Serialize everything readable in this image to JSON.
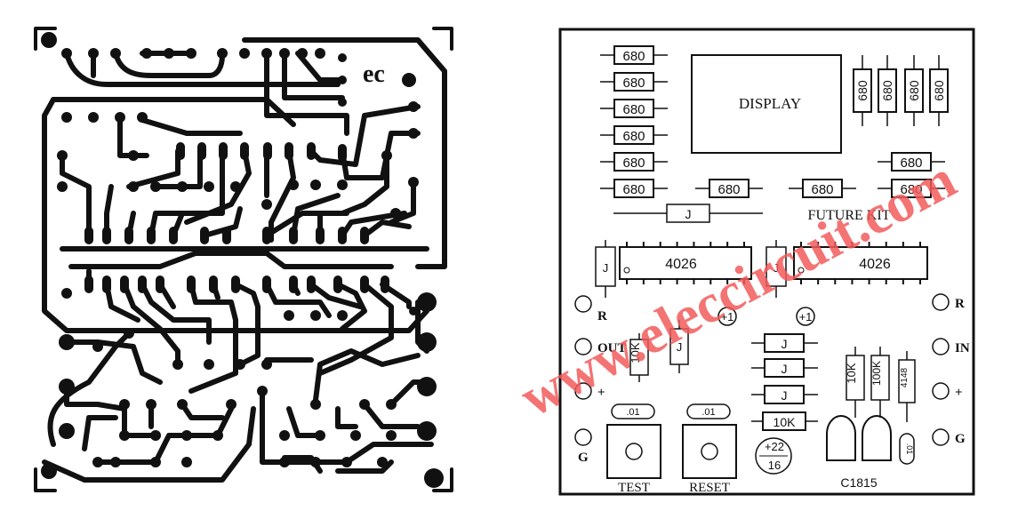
{
  "pcb": {
    "mark": "ec"
  },
  "overlay": {
    "resistors": [
      "680",
      "680",
      "680",
      "680",
      "680",
      "680",
      "680",
      "680",
      "680",
      "680",
      "680",
      "680",
      "680",
      "680"
    ],
    "display_label": "DISPLAY",
    "kit_label": "FUTURE KIT",
    "jumper_label": "J",
    "ic_labels": [
      "4026",
      "4026"
    ],
    "left_terminals": [
      "R",
      "OUT",
      "+",
      "G"
    ],
    "right_terminals": [
      "R",
      "IN",
      "+",
      "G"
    ],
    "plus_one": "+1",
    "resistor_10k": "10K",
    "resistor_100k": "100K",
    "diode": "4148",
    "cap_01": ".01",
    "cap_22": "+22",
    "cap_16": "16",
    "buttons": [
      "TEST",
      "RESET"
    ],
    "transistor": "C1815"
  },
  "watermark": "www.eleccircuit.com",
  "colors": {
    "ink": "#111111",
    "paper": "#ffffff",
    "watermark": "#f25a5a"
  }
}
